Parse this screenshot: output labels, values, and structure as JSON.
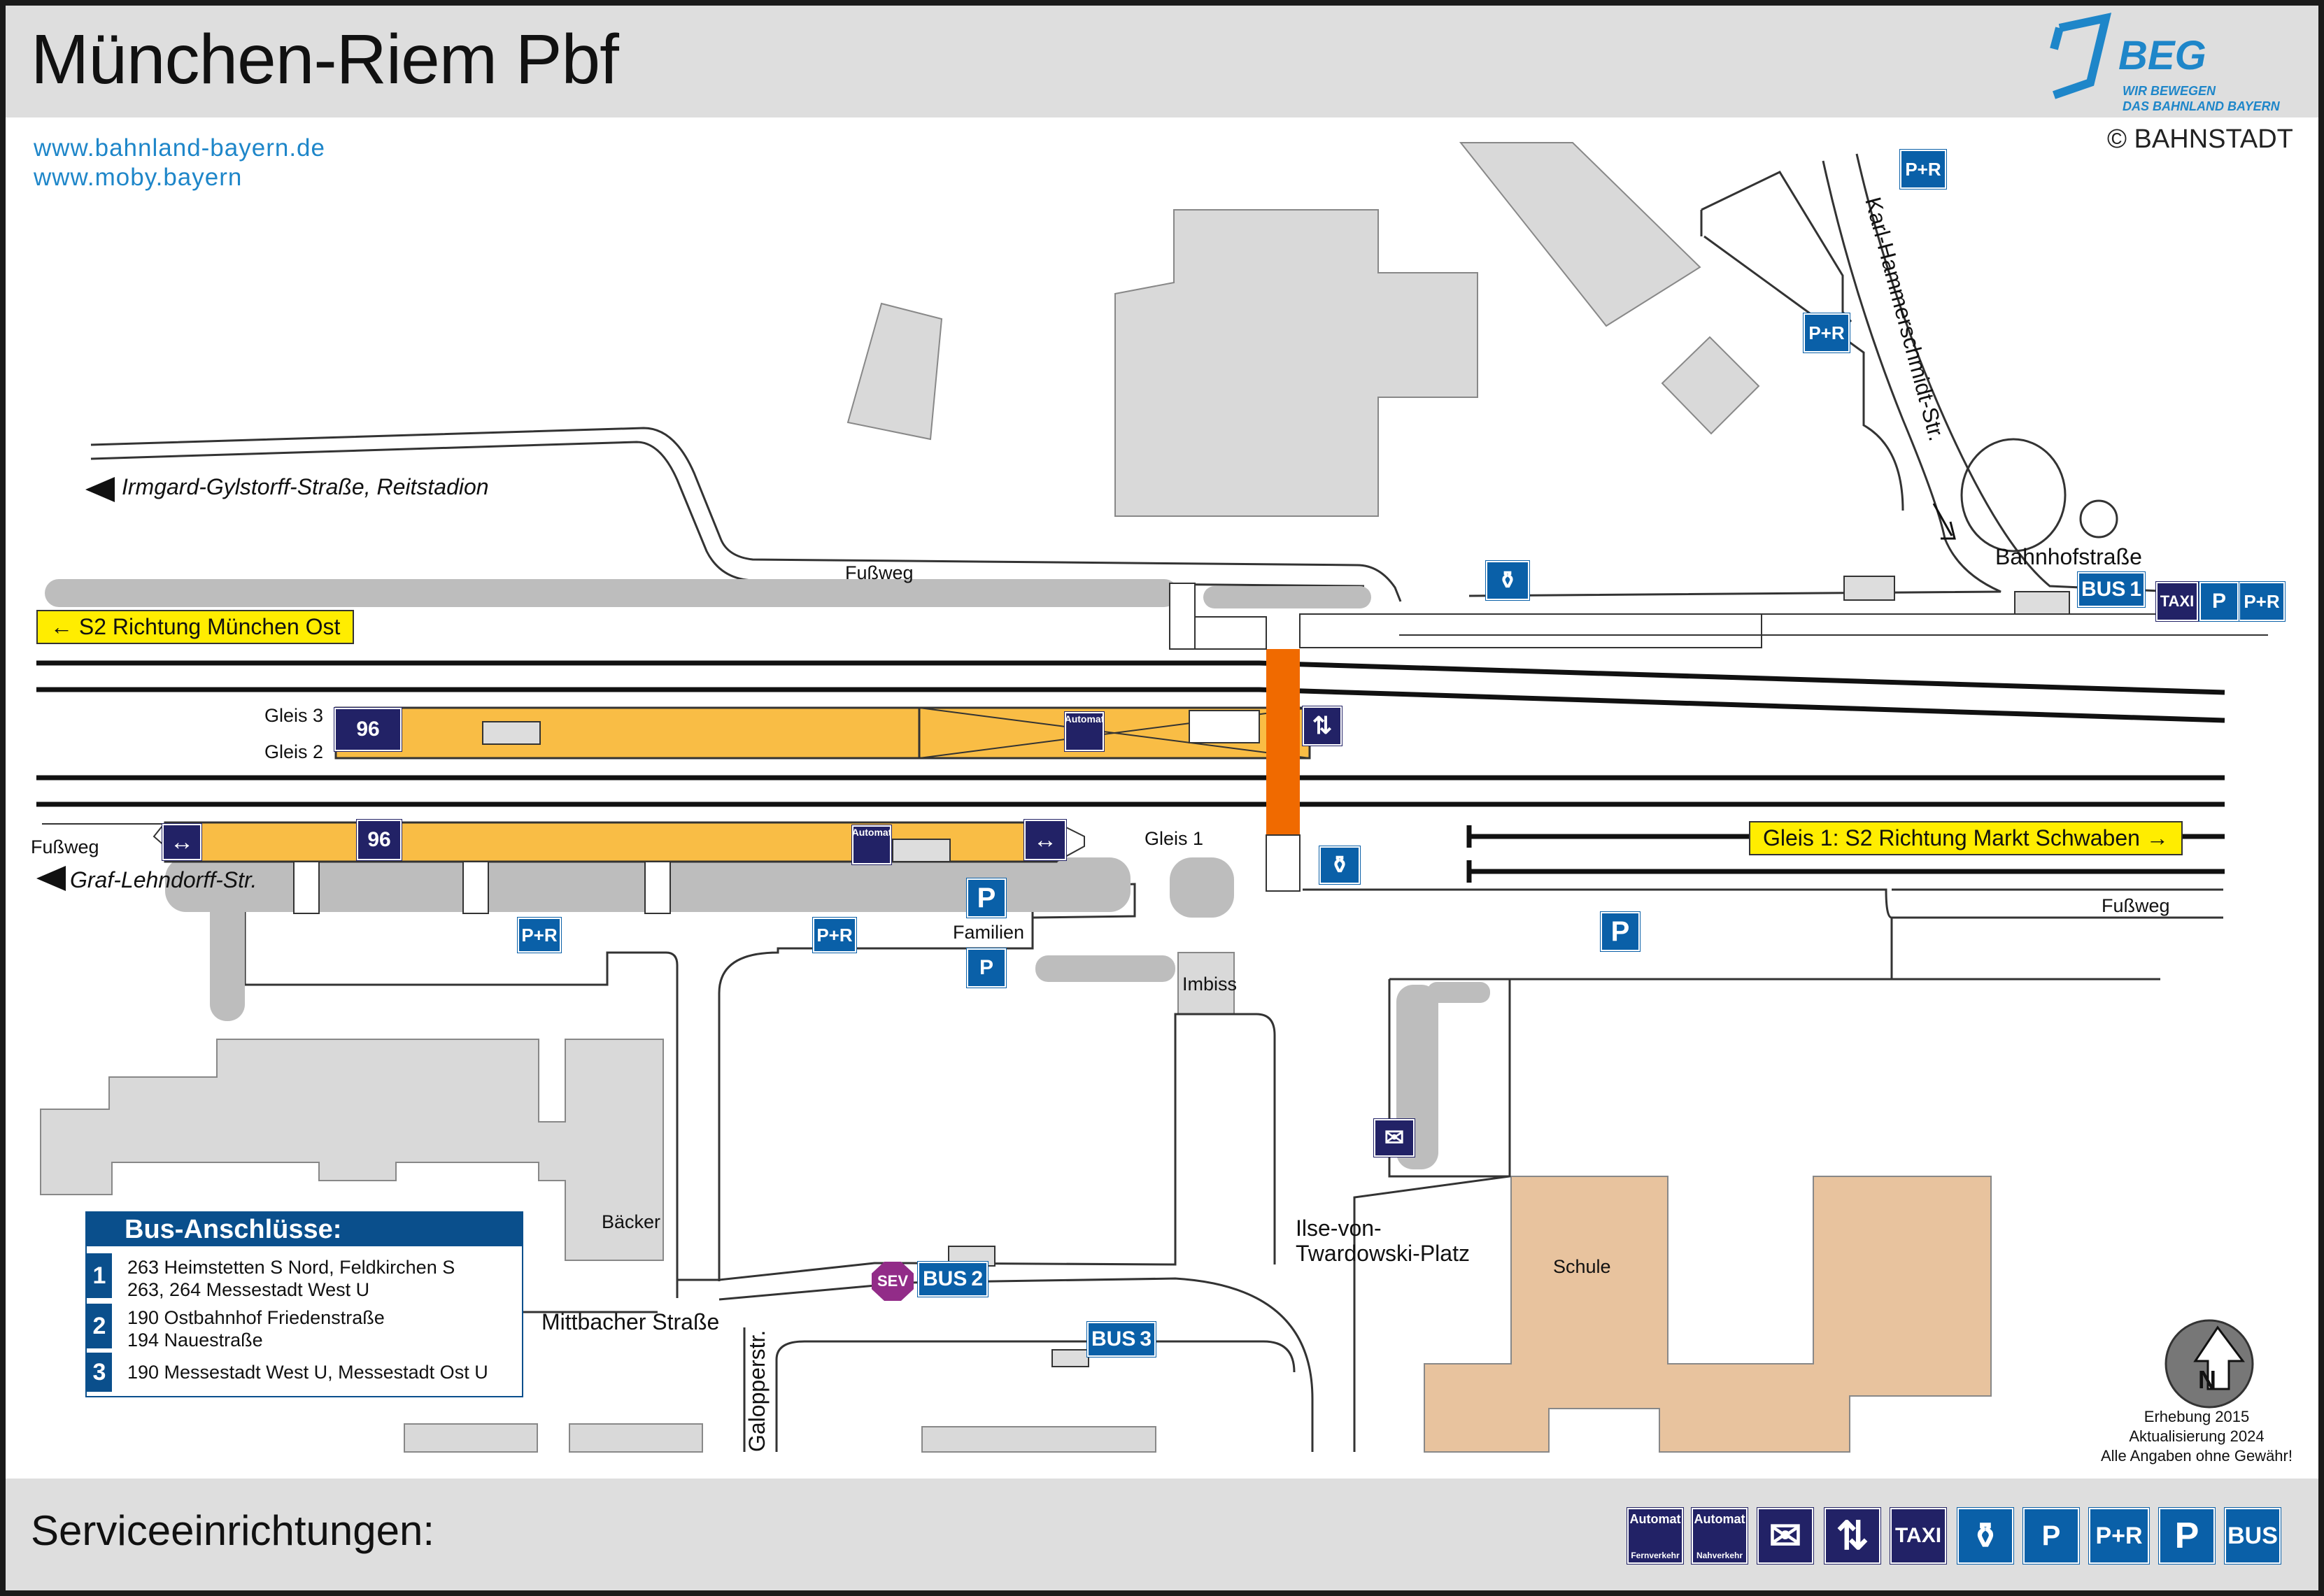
{
  "title": "München-Riem Pbf",
  "links": {
    "url1": "www.bahnland-bayern.de",
    "url2": "www.moby.bayern"
  },
  "logo": {
    "name": "BEG",
    "line1": "WIR BEWEGEN",
    "line2": "DAS BAHNLAND BAYERN"
  },
  "copyright": "© BAHNSTADT",
  "streets": {
    "irmgard": "Irmgard-Gylstorff-Straße, Reitstadion",
    "karl": "Karl-Hammerschmidt-Str.",
    "bahnhof": "Bahnhofstraße",
    "graf": "Graf-Lehndorff-Str.",
    "mittbacher": "Mittbacher Straße",
    "galopper": "Galopperstr.",
    "ilse1": "Ilse-von-",
    "ilse2": "Twardowski-Platz",
    "fussweg": "Fußweg"
  },
  "tracks": {
    "s2_west": "S2 Richtung München Ost",
    "s2_east": "Gleis 1: S2 Richtung Markt Schwaben",
    "gleis3": "Gleis 3",
    "gleis2": "Gleis 2",
    "gleis1": "Gleis 1"
  },
  "places": {
    "familien": "Familien",
    "imbiss": "Imbiss",
    "baecker": "Bäcker",
    "schule": "Schule"
  },
  "icons": {
    "pr": "P+R",
    "p": "P",
    "bus": "BUS",
    "taxi": "TAXI",
    "sev": "SEV",
    "automat": "Automat",
    "fernverkehr": "Fernverkehr",
    "nahverkehr": "Nahverkehr",
    "ninety_six": "96",
    "bus1": "1",
    "bus2": "2",
    "bus3": "3"
  },
  "bus_connections": {
    "heading": "Bus-Anschlüsse:",
    "rows": [
      {
        "num": "1",
        "line1": "263 Heimstetten S Nord, Feldkirchen S",
        "line2": "263, 264 Messestadt West U"
      },
      {
        "num": "2",
        "line1": "190 Ostbahnhof Friedenstraße",
        "line2": "194 Nauestraße"
      },
      {
        "num": "3",
        "line1": "190 Messestadt West U, Messestadt Ost U",
        "line2": ""
      }
    ]
  },
  "survey": {
    "line1": "Erhebung 2015",
    "line2": "Aktualisierung 2024",
    "line3": "Alle Angaben ohne Gewähr!"
  },
  "compass": "N",
  "footer": "Serviceeinrichtungen:",
  "colors": {
    "platform": "#f9bd45",
    "bridge": "#f06a00",
    "school": "#e8c39e",
    "building": "#d9d9d9",
    "blue": "#0a60a8",
    "dark": "#222266"
  }
}
